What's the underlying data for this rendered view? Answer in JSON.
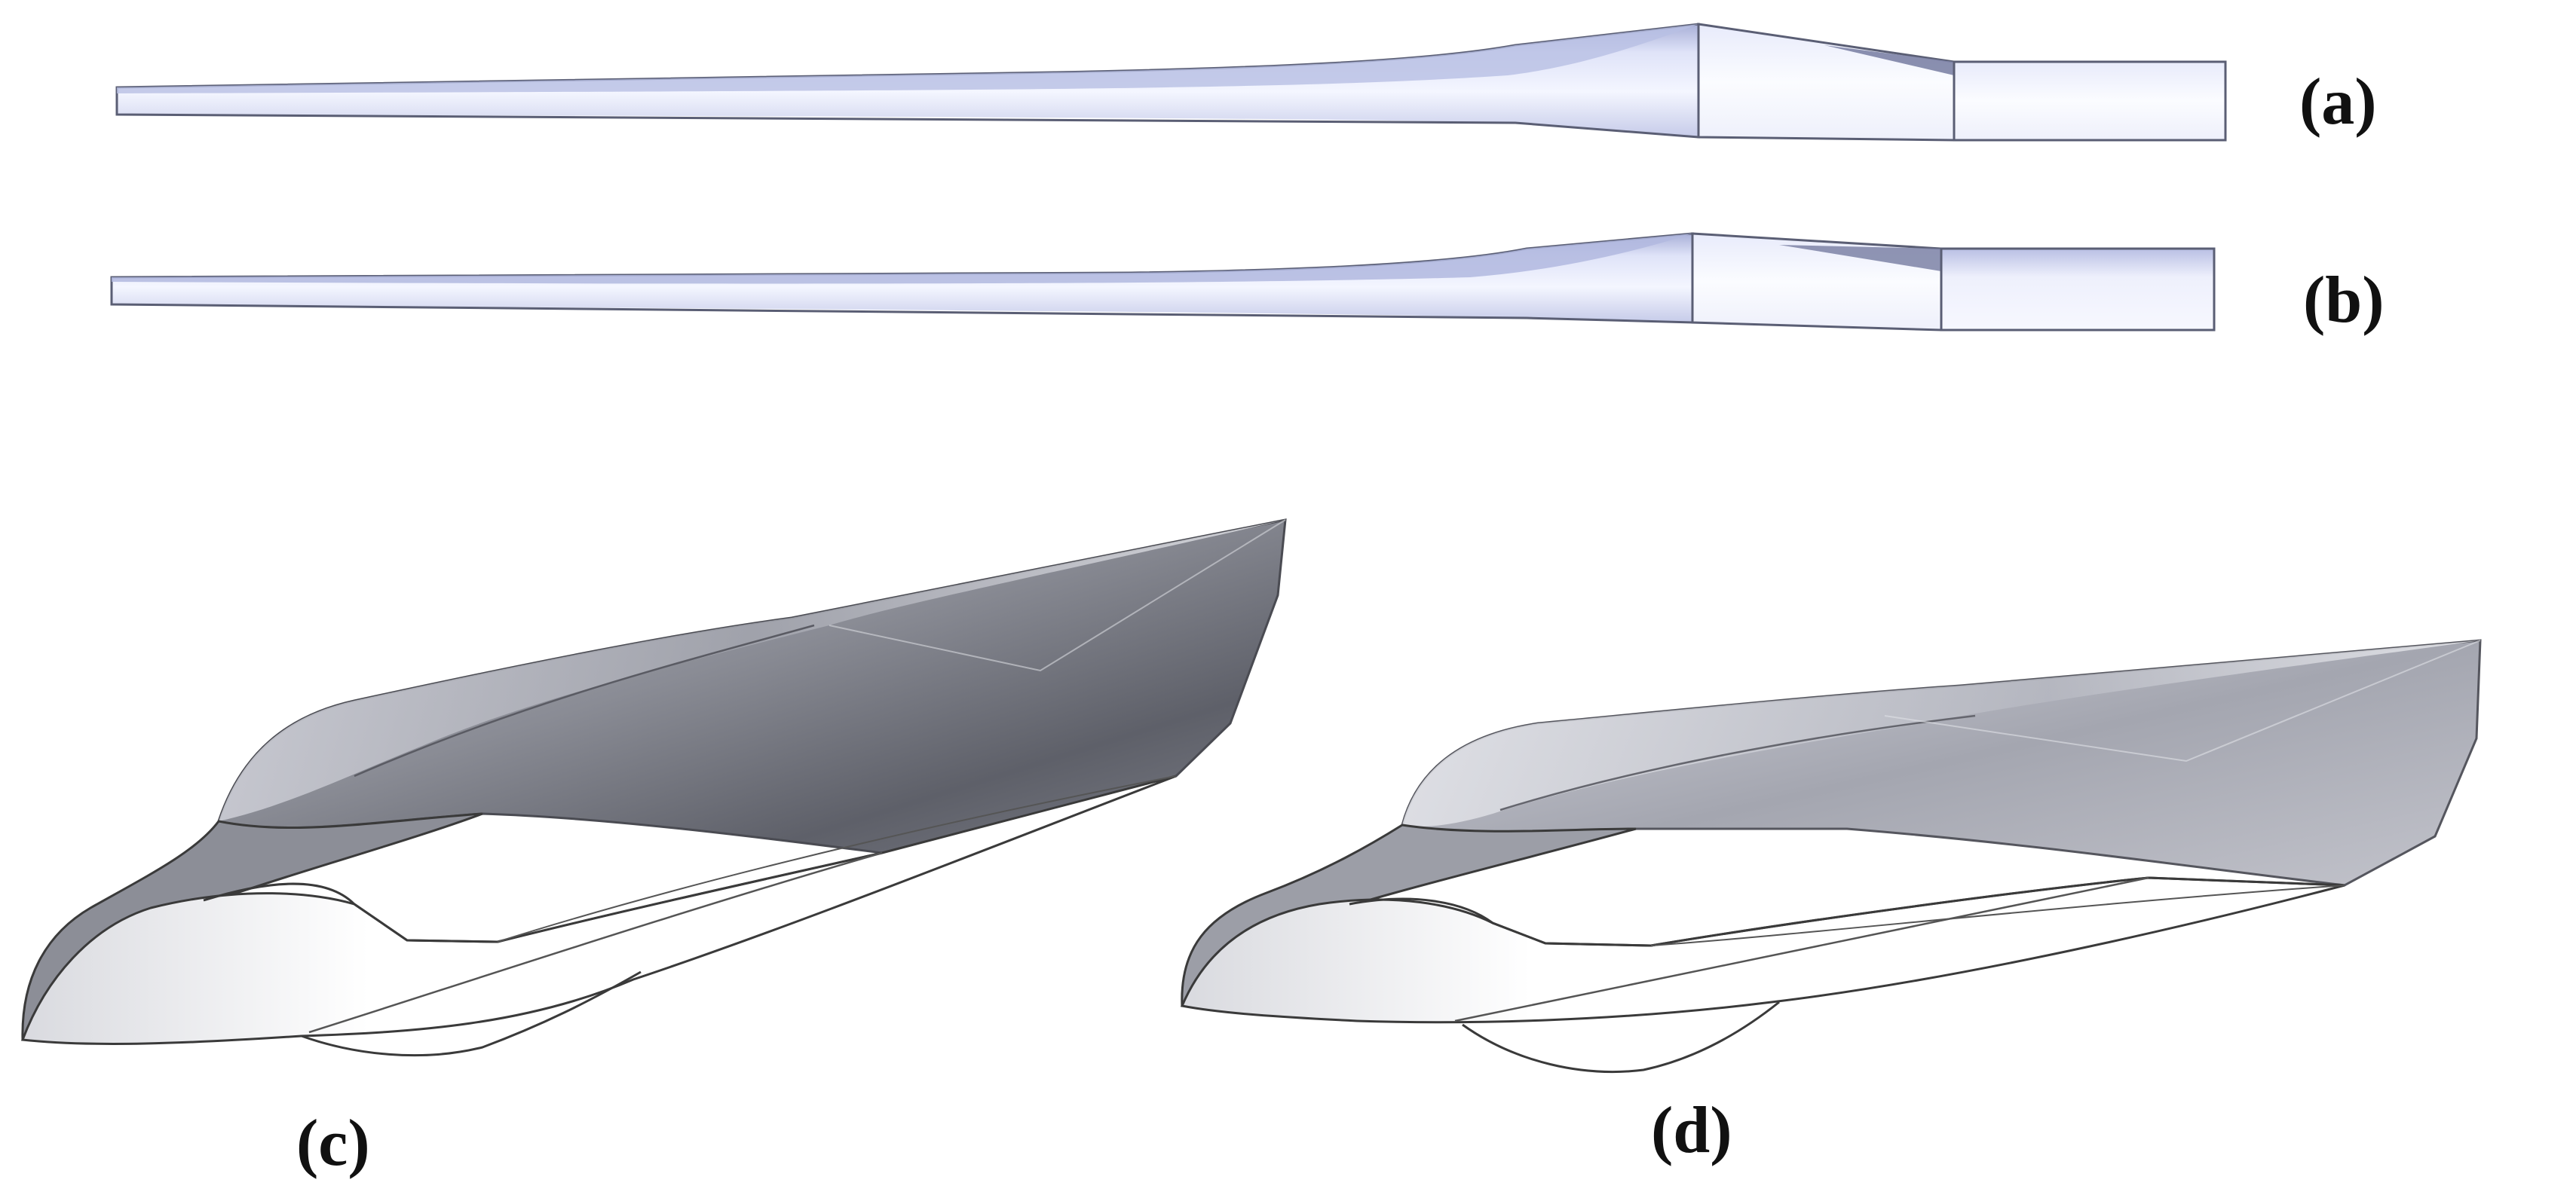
{
  "labels": {
    "a": "(a)",
    "b": "(b)",
    "c": "(c)",
    "d": "(d)"
  },
  "colors": {
    "blade_fill_light": "#f3f5ff",
    "blade_fill_mid": "#c9cfee",
    "blade_edge": "#4a4e63",
    "surface_dark": "#6e7079",
    "surface_mid": "#a6a8b1",
    "surface_light": "#e6e7ec",
    "root_fill": "#f7f8ff",
    "outline": "#3a3a3a"
  }
}
